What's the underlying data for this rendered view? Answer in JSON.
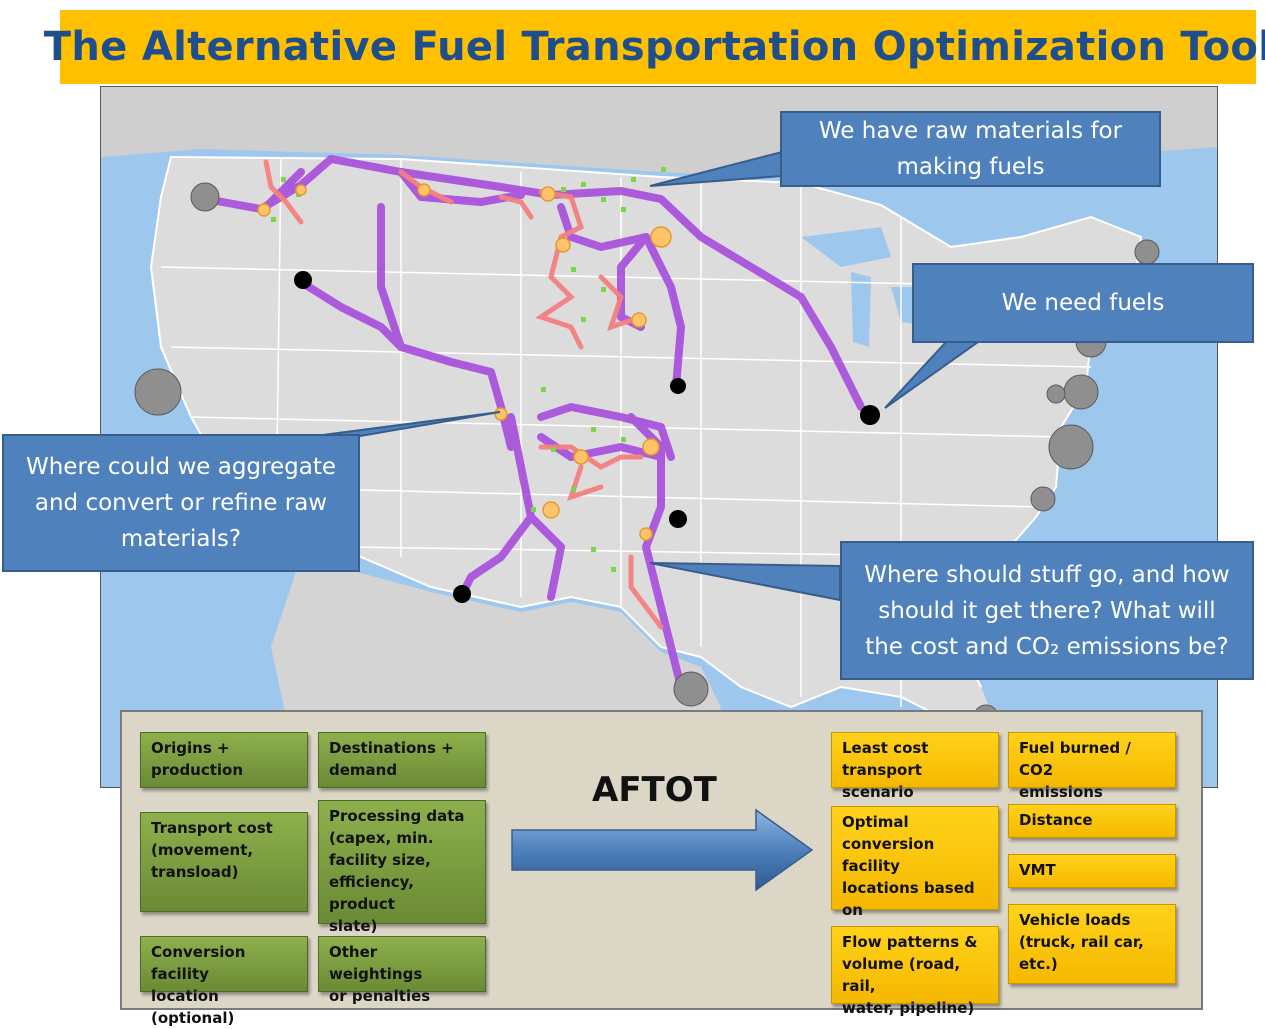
{
  "title": "The Alternative Fuel Transportation Optimization Tool",
  "callouts": {
    "raw_materials": [
      "We have raw materials for",
      "making fuels"
    ],
    "need_fuels": [
      "We need fuels"
    ],
    "aggregate": [
      "Where could we aggregate",
      "and convert or refine raw",
      "materials?"
    ],
    "stuff_go": [
      "Where should stuff go, and how",
      "should it get there?   What will",
      "the cost and CO₂ emissions be?"
    ]
  },
  "inputs": {
    "origins": "Origins +\nproduction",
    "destinations": "Destinations +\ndemand",
    "transport_cost": "Transport cost\n(movement,\ntransload)",
    "processing": "Processing data\n(capex, min.\nfacility size,\nefficiency, product\nslate)",
    "conversion_location": "Conversion facility\nlocation (optional)",
    "other_weightings": "Other weightings\nor penalties"
  },
  "engine_label": "AFTOT",
  "outputs": {
    "least_cost": "Least cost\ntransport scenario",
    "fuel_burned": "Fuel burned / CO2\nemissions",
    "optimal_locations": "Optimal\nconversion facility\nlocations based on\ntransport cost",
    "distance": "Distance",
    "vmt": "VMT",
    "flow_patterns": "Flow patterns &\nvolume (road, rail,\nwater, pipeline)",
    "vehicle_loads": "Vehicle loads\n(truck, rail car,\netc.)"
  },
  "colors": {
    "title_bg": "#ffc000",
    "title_text": "#1f4e8c",
    "callout": "#4f81bd",
    "route_purple": "#a64ddb",
    "route_pink": "#f58080",
    "input_green": "#76923c",
    "output_yellow": "#ffc000",
    "arrow_blue": "#4f81bd"
  },
  "icons": [
    "facility-circle",
    "destination-dot",
    "demand-bubble",
    "right-arrow"
  ]
}
